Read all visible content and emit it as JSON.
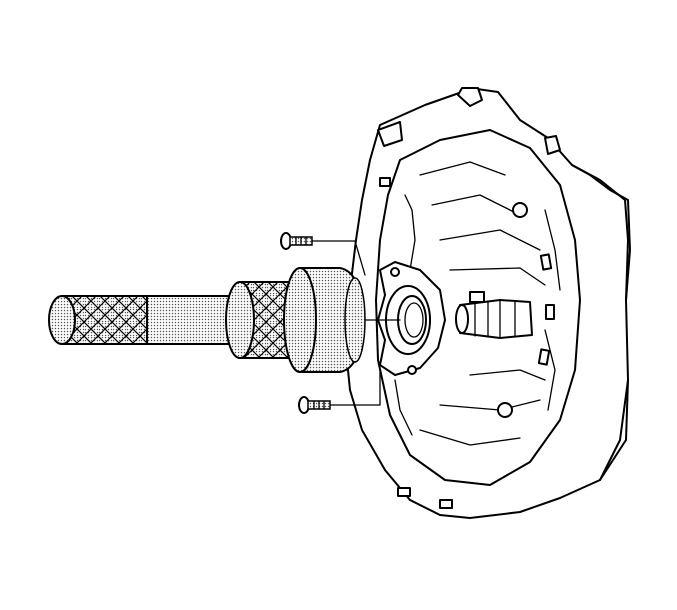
{
  "figure": {
    "subject": "transmission-seal-installer",
    "colors": {
      "line": "#000000",
      "background": "#ffffff",
      "stipple": "#bfbfbf"
    },
    "parts": [
      {
        "key": "housing",
        "icon": "transmission-bellhousing-icon"
      },
      {
        "key": "seal",
        "icon": "oil-seal-icon"
      },
      {
        "key": "shaft",
        "icon": "input-shaft-icon"
      },
      {
        "key": "tool",
        "icon": "seal-installer-tool-icon"
      },
      {
        "key": "bolt_upper",
        "icon": "bolt-icon"
      },
      {
        "key": "bolt_lower",
        "icon": "bolt-icon"
      }
    ]
  }
}
